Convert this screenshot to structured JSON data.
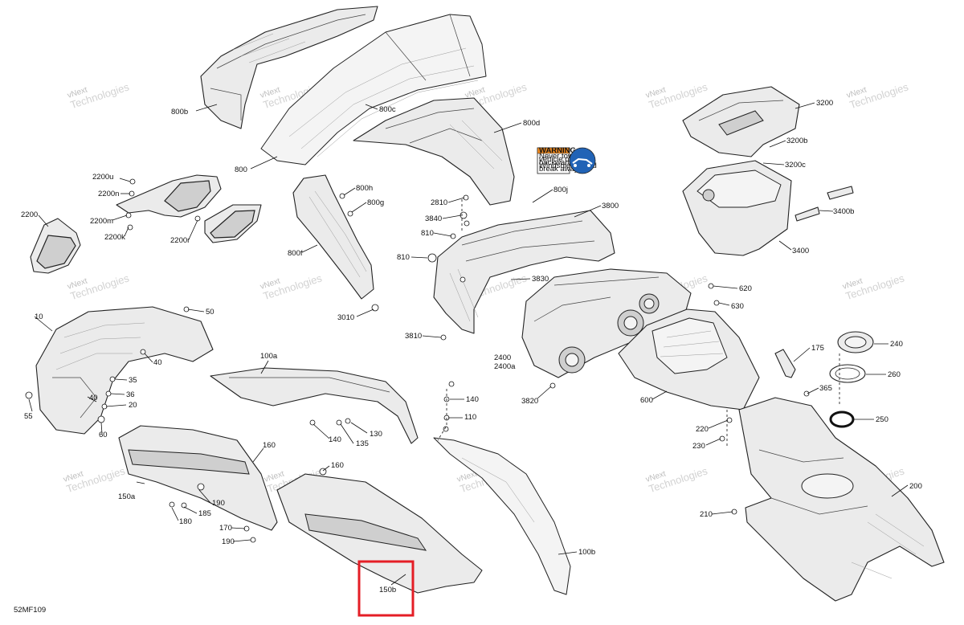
{
  "diagram_id": "52MF109",
  "watermark": {
    "line1": "vNext",
    "line2": "Technologies"
  },
  "warning_label": {
    "header": "WARNING",
    "lines": [
      "Never tow this",
      "vehicle oriented",
      "backwards.",
      "Windshield could",
      "break away."
    ]
  },
  "highlight_color": "#e41e26",
  "callouts": {
    "c800b": "800b",
    "c800": "800",
    "c800c": "800c",
    "c800d": "800d",
    "c2200u": "2200u",
    "c2200n": "2200n",
    "c2200": "2200",
    "c2200m": "2200m",
    "c2200k": "2200k",
    "c2200r": "2200r",
    "c800h": "800h",
    "c800g": "800g",
    "c800f": "800f",
    "c3010": "3010",
    "c800j": "800j",
    "c2810": "2810",
    "c3840": "3840",
    "c810a": "810",
    "c810b": "810",
    "c3800": "3800",
    "c3830": "3830",
    "c3810": "3810",
    "c2400": "2400",
    "c2400a": "2400a",
    "c3820": "3820",
    "c3200": "3200",
    "c3200b": "3200b",
    "c3200c": "3200c",
    "c3400b": "3400b",
    "c3400": "3400",
    "c620": "620",
    "c630": "630",
    "c175": "175",
    "c240": "240",
    "c260": "260",
    "c365": "365",
    "c250": "250",
    "c600": "600",
    "c220": "220",
    "c230": "230",
    "c200": "200",
    "c210": "210",
    "c10": "10",
    "c50": "50",
    "c40a": "40",
    "c35": "35",
    "c36": "36",
    "c40b": "40",
    "c20": "20",
    "c55": "55",
    "c60": "60",
    "c100a": "100a",
    "c140a": "140",
    "c110": "110",
    "c130": "130",
    "c140b": "140",
    "c135": "135",
    "c160a": "160",
    "c160b": "160",
    "c150a": "150a",
    "c190a": "190",
    "c185": "185",
    "c180": "180",
    "c170": "170",
    "c190b": "190",
    "c100b": "100b",
    "c150b": "150b"
  }
}
